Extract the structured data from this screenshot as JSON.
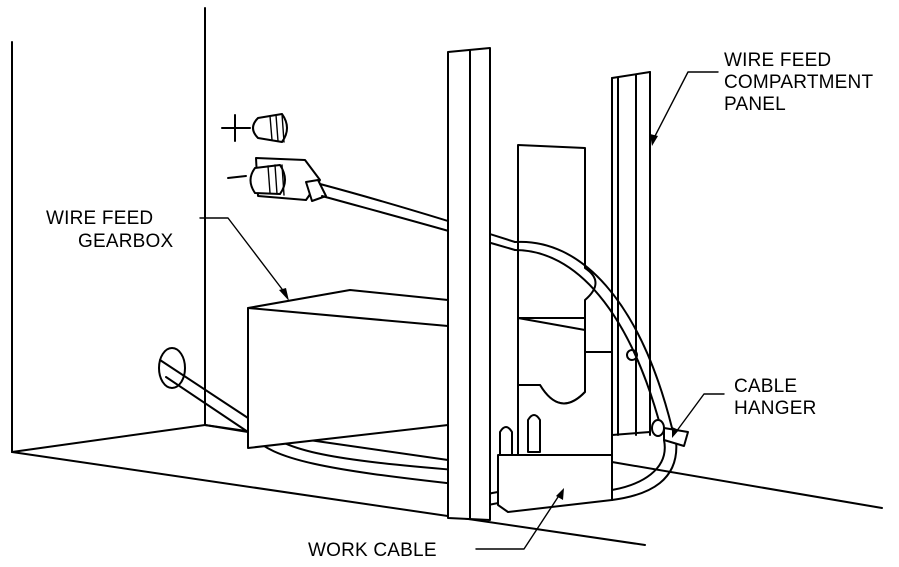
{
  "labels": {
    "wire_feed_gearbox": [
      "WIRE FEED",
      "GEARBOX"
    ],
    "wire_feed_compartment_panel": [
      "WIRE FEED",
      "COMPARTMENT",
      "PANEL"
    ],
    "cable_hanger": [
      "CABLE",
      "HANGER"
    ],
    "work_cable": "WORK CABLE",
    "plus_terminal": "+",
    "minus_terminal": "—"
  }
}
